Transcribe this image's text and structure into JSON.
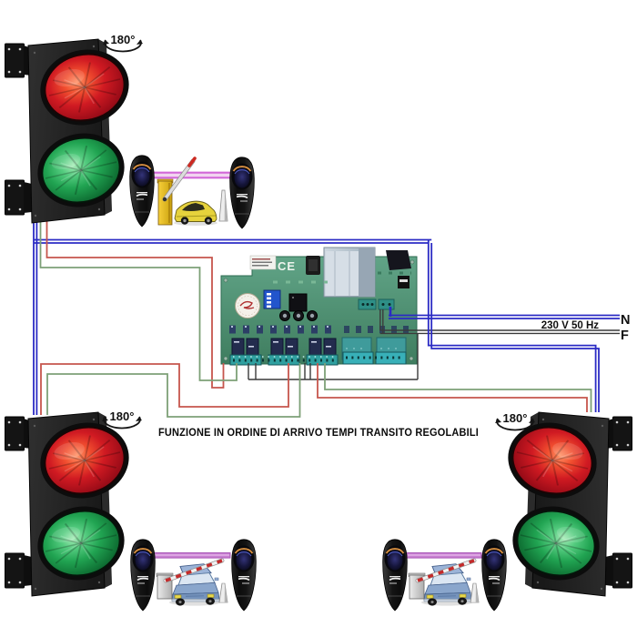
{
  "caption": {
    "text": "FUNZIONE IN ORDINE DI ARRIVO TEMPI TRANSITO REGOLABILI"
  },
  "labels": {
    "rotation": "180°"
  },
  "power_supply": {
    "label": "230 V 50 Hz",
    "neutral_label": "N",
    "phase_label": "F"
  },
  "control_board": {
    "ce_mark": "CE"
  },
  "colors": {
    "wire_blue": "#2b2bc4",
    "wire_red": "#c6564d",
    "wire_green": "#7da077",
    "wire_black": "#3a3a3a",
    "beam_magenta": "#cf6fd6",
    "pcb_green": "#4f9477",
    "red_light": "#d01a22",
    "green_light": "#21a452"
  },
  "components": {
    "traffic_lights": [
      {
        "position": "top-left",
        "lamps": [
          "red",
          "green"
        ],
        "rotation": "180°"
      },
      {
        "position": "bottom-left",
        "lamps": [
          "red",
          "green"
        ],
        "rotation": "180°"
      },
      {
        "position": "bottom-right",
        "lamps": [
          "red",
          "green"
        ],
        "rotation": "180°"
      }
    ],
    "photocell_pairs": [
      {
        "position": "top",
        "scene": "yellow car with raised barrier"
      },
      {
        "position": "bottom-left",
        "scene": "blue car with striped barrier"
      },
      {
        "position": "bottom-right",
        "scene": "blue car with striped barrier"
      }
    ],
    "control_unit": "relay control board with transformer"
  }
}
